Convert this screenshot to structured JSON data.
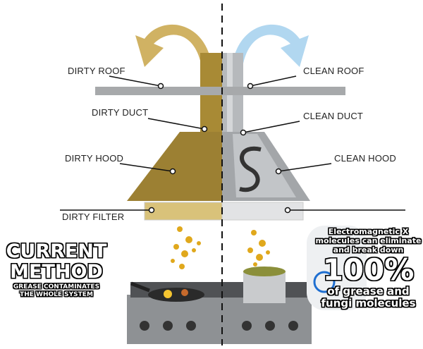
{
  "labels": {
    "dirty_roof": "DIRTY ROOF",
    "clean_roof": "CLEAN ROOF",
    "dirty_duct": "DIRTY DUCT",
    "clean_duct": "CLEAN DUCT",
    "dirty_hood": "DIRTY HOOD",
    "clean_hood": "CLEAN HOOD",
    "dirty_filter": "DIRTY FILTER"
  },
  "left_caption": {
    "line1": "CURRENT",
    "line2": "METHOD",
    "sub1": "GREASE CONTAMINATES",
    "sub2": "THE WHOLE SYSTEM"
  },
  "right_caption": {
    "line1": "Electromagnetic X",
    "line2": "molecules can eliminate",
    "line3": "and break down",
    "percent": "100%",
    "line4": "of grease and",
    "line5": "fungi molecules"
  },
  "colors": {
    "grease": "#b08a2e",
    "steel": "#a9acaf",
    "clean_arrow": "#a9d3ee",
    "dirty_arrow": "#c8a548"
  }
}
